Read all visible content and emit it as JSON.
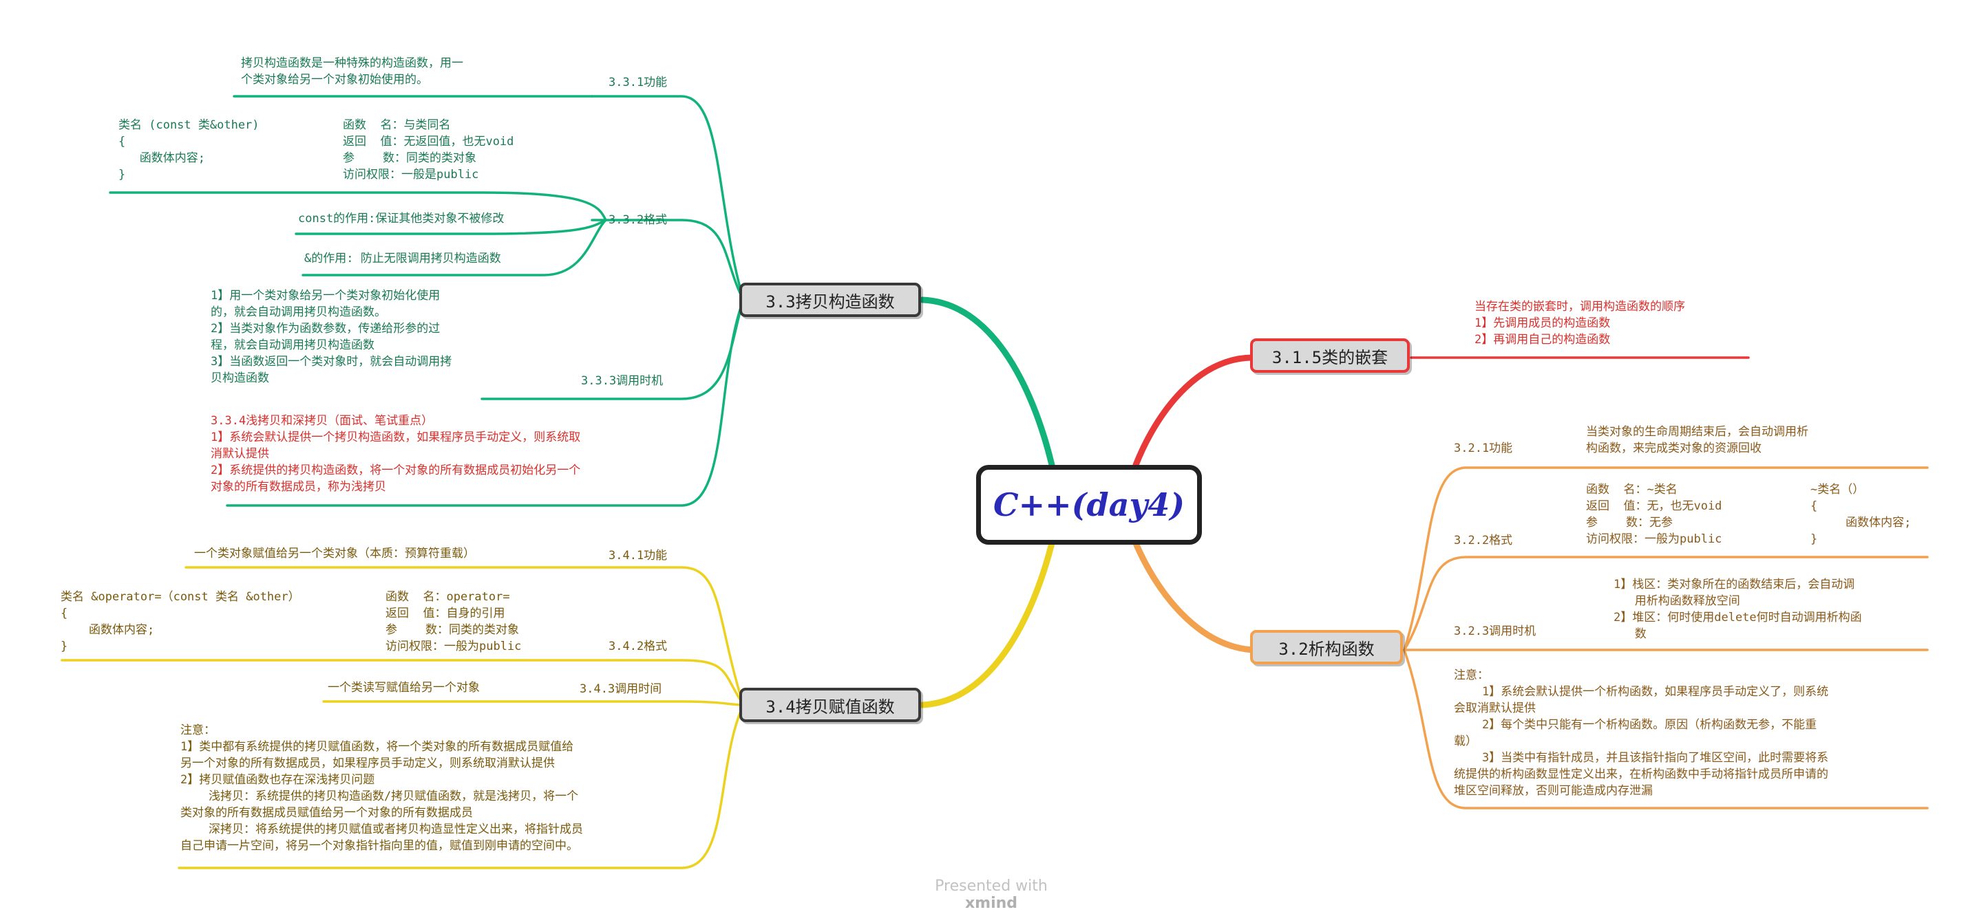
{
  "central": "C++(day4)",
  "footer": {
    "prefix": "Presented with",
    "brand": "xmind"
  },
  "colors": {
    "green": "#12b37a",
    "red": "#e83838",
    "yellow": "#ecd21e",
    "orange": "#f2a14e"
  },
  "copy_ctor": {
    "title": "3.3拷贝构造函数",
    "func_label": "3.3.1功能",
    "func_text": [
      "拷贝构造函数是一种特殊的构造函数，用一",
      "个类对象给另一个对象初始使用的。"
    ],
    "format_label": "3.3.2格式",
    "format_code": [
      "类名 (const 类&other)",
      "{",
      "   函数体内容;",
      "}"
    ],
    "format_props": [
      "函数  名：与类同名",
      "返回  值：无返回值，也无void",
      "参    数：同类的类对象",
      "访问权限：一般是public"
    ],
    "const_note": "const的作用:保证其他类对象不被修改",
    "amp_note": "&的作用: 防止无限调用拷贝构造函数",
    "when_label": "3.3.3调用时机",
    "when_text": [
      "1】用一个类对象给另一个类对象初始化使用",
      "的，就会自动调用拷贝构造函数。",
      "2】当类对象作为函数参数，传递给形参的过",
      "程，就会自动调用拷贝构造函数",
      "3】当函数返回一个类对象时，就会自动调用拷",
      "贝构造函数"
    ],
    "deep_text": [
      "3.3.4浅拷贝和深拷贝（面试、笔试重点）",
      "1】系统会默认提供一个拷贝构造函数，如果程序员手动定义，则系统取",
      "消默认提供",
      "2】系统提供的拷贝构造函数，将一个对象的所有数据成员初始化另一个",
      "对象的所有数据成员，称为浅拷贝"
    ]
  },
  "copy_assign": {
    "title": "3.4拷贝赋值函数",
    "func_label": "3.4.1功能",
    "func_text": "一个类对象赋值给另一个类对象（本质：预算符重载）",
    "format_label": "3.4.2格式",
    "format_code": [
      "类名 &operator=（const 类名 &other）",
      "{",
      "    函数体内容;",
      "}"
    ],
    "format_props": [
      "函数  名：operator=",
      "返回  值：自身的引用",
      "参    数：同类的类对象",
      "访问权限：一般为public"
    ],
    "when_label": "3.4.3调用时间",
    "when_text": "一个类读写赋值给另一个对象",
    "notes": [
      "注意：",
      "1】类中都有系统提供的拷贝赋值函数，将一个类对象的所有数据成员赋值给",
      "另一个对象的所有数据成员，如果程序员手动定义，则系统取消默认提供",
      "2】拷贝赋值函数也存在深浅拷贝问题",
      "    浅拷贝：系统提供的拷贝构造函数/拷贝赋值函数，就是浅拷贝，将一个",
      "类对象的所有数据成员赋值给另一个对象的所有数据成员",
      "    深拷贝：将系统提供的拷贝赋值或者拷贝构造显性定义出来，将指针成员",
      "自己申请一片空间，将另一个对象指针指向里的值，赋值到刚申请的空间中。"
    ]
  },
  "nesting": {
    "title": "3.1.5类的嵌套",
    "text": [
      "当存在类的嵌套时，调用构造函数的顺序",
      "1】先调用成员的构造函数",
      "2】再调用自己的构造函数"
    ]
  },
  "destructor": {
    "title": "3.2析构函数",
    "func_label": "3.2.1功能",
    "func_text": [
      "当类对象的生命周期结束后，会自动调用析",
      "构函数，来完成类对象的资源回收"
    ],
    "format_label": "3.2.2格式",
    "format_props": [
      "函数  名：~类名",
      "返回  值：无，也无void",
      "参    数：无参",
      "访问权限：一般为public"
    ],
    "format_code": [
      "~类名（）",
      "{",
      "     函数体内容;",
      "}"
    ],
    "when_label": "3.2.3调用时机",
    "when_text": [
      "1】栈区：类对象所在的函数结束后，会自动调",
      "   用析构函数释放空间",
      "2】堆区：何时使用delete何时自动调用析构函",
      "   数"
    ],
    "notes": [
      "注意：",
      "    1】系统会默认提供一个析构函数，如果程序员手动定义了，则系统",
      "会取消默认提供",
      "    2】每个类中只能有一个析构函数。原因（析构函数无参，不能重",
      "载）",
      "    3】当类中有指针成员，并且该指针指向了堆区空间，此时需要将系",
      "统提供的析构函数显性定义出来，在析构函数中手动将指针成员所申请的",
      "堆区空间释放，否则可能造成内存泄漏"
    ]
  }
}
